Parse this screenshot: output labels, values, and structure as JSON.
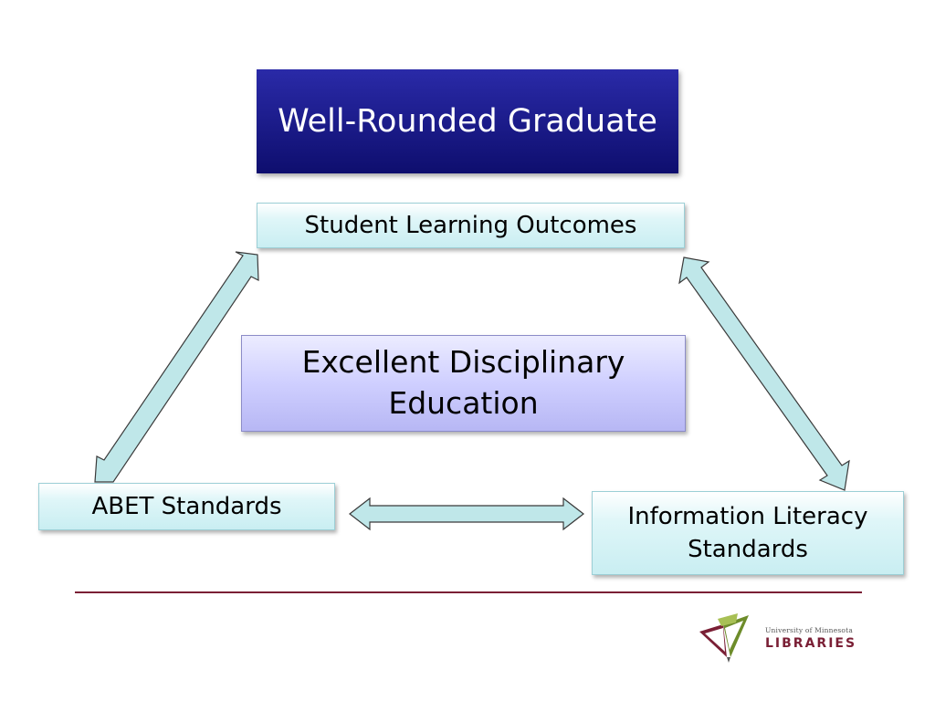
{
  "title": "Well-Rounded Graduate",
  "nodes": {
    "slo": "Student Learning Outcomes",
    "center": [
      "Excellent Disciplinary",
      "Education"
    ],
    "abet": "ABET Standards",
    "info_literacy": [
      "Information Literacy",
      "Standards"
    ]
  },
  "logo": {
    "small_text": "University of Minnesota",
    "big_text": "LIBRARIES",
    "icon": "open-book-logo-icon"
  },
  "colors": {
    "title_fill": "#1a1a8c",
    "arrow_fill": "#bfe7e9",
    "rule": "#7a1f35"
  }
}
